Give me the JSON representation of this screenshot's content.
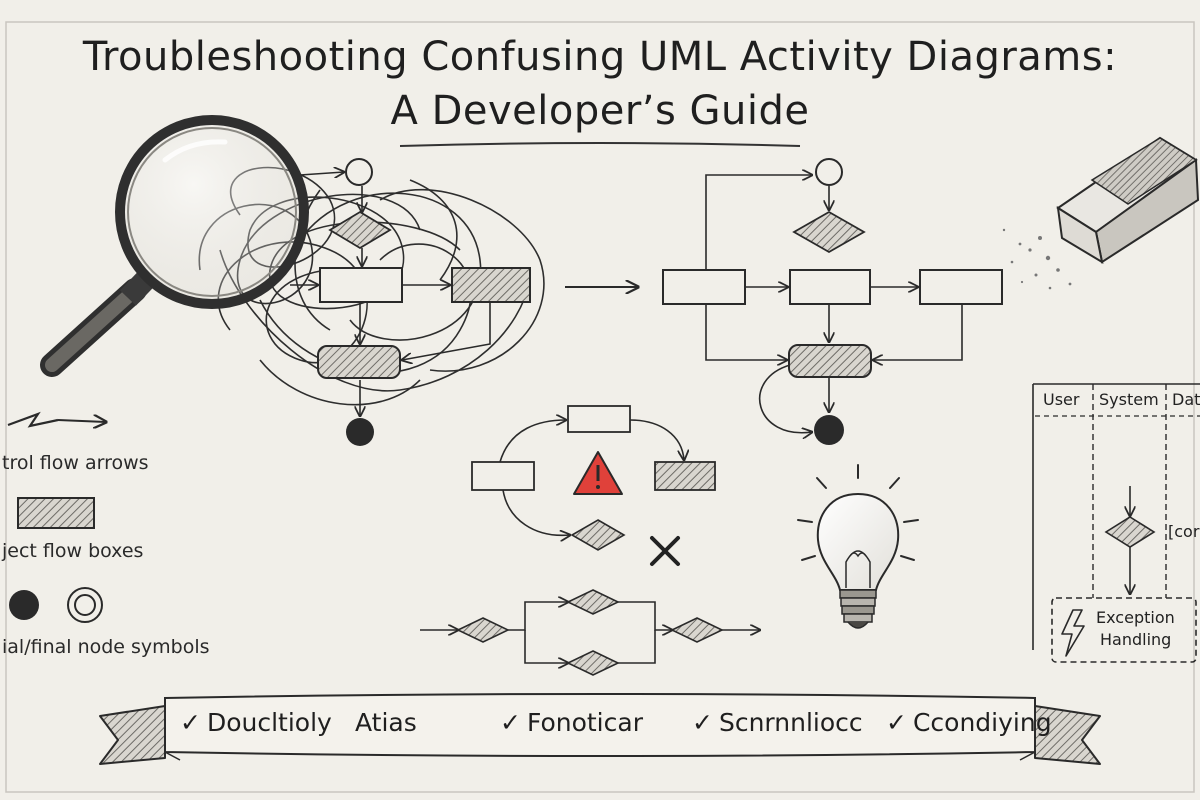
{
  "title": {
    "line1": "Troubleshooting Confusing UML Activity Diagrams:",
    "line2": "A Developer’s Guide"
  },
  "legend": {
    "control_flow": "trol flow arrows",
    "object_flow": "ject flow boxes",
    "nodes": "ial/final node symbols"
  },
  "swimlanes": {
    "lanes": [
      "User",
      "System",
      "Dat"
    ],
    "guard_label": "[cor",
    "exception_label_line1": "Exception",
    "exception_label_line2": "Handling"
  },
  "banner": {
    "check_mark": "✓",
    "items": [
      "Doucltioly",
      "Atias",
      "Fonoticar",
      "Scnrnnliocc",
      "Ccondiying"
    ]
  },
  "icons": [
    "magnifying-glass-icon",
    "eraser-icon",
    "warning-icon",
    "cross-icon",
    "light-bulb-icon",
    "lightning-icon"
  ],
  "colors": {
    "background": "#f1efe9",
    "ink": "#2a2a2a",
    "warning": "#e0413a"
  }
}
